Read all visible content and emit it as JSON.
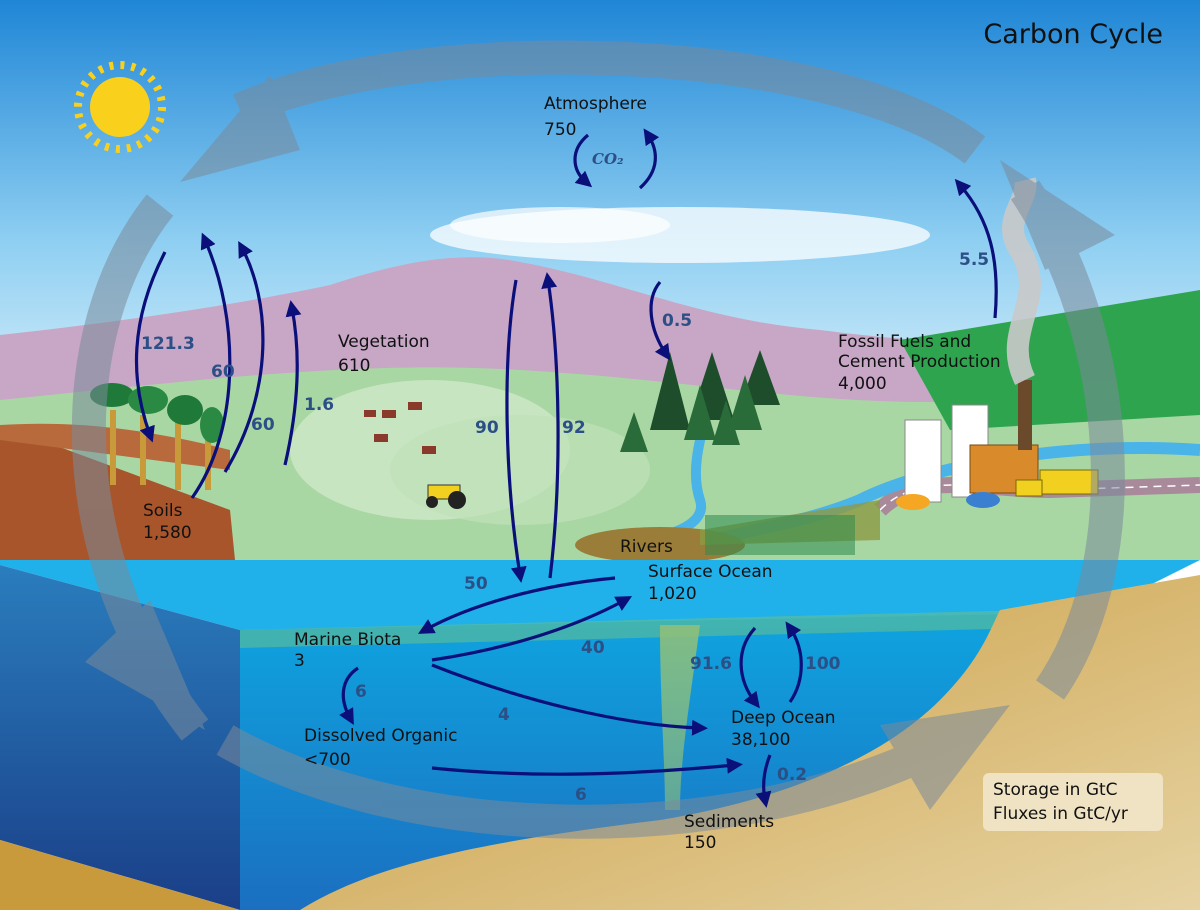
{
  "title": "Carbon Cycle",
  "reservoirs": {
    "atmosphere": {
      "name": "Atmosphere",
      "value": "750"
    },
    "vegetation": {
      "name": "Vegetation",
      "value": "610"
    },
    "soils": {
      "name": "Soils",
      "value": "1,580"
    },
    "fossil": {
      "name_line1": "Fossil Fuels and",
      "name_line2": "Cement Production",
      "value": "4,000"
    },
    "rivers": {
      "name": "Rivers"
    },
    "surface_ocean": {
      "name": "Surface Ocean",
      "value": "1,020"
    },
    "marine_biota": {
      "name": "Marine Biota",
      "value": "3"
    },
    "dissolved_organic": {
      "name": "Dissolved Organic",
      "value": "<700"
    },
    "deep_ocean": {
      "name": "Deep Ocean",
      "value": "38,100"
    },
    "sediments": {
      "name": "Sediments",
      "value": "150"
    }
  },
  "gas_label": "CO₂",
  "fluxes": {
    "soil_respiration": "121.3",
    "photosynthesis_return": "60",
    "plant_respiration": "60",
    "land_use": "1.6",
    "ocean_uptake": "90",
    "ocean_release": "92",
    "river_input": "0.5",
    "fossil_emissions": "5.5",
    "surface_to_biota": "50",
    "biota_to_surface": "40",
    "biota_to_dissolved": "6",
    "biota_to_deep": "4",
    "dissolved_to_deep": "6",
    "surface_to_deep": "91.6",
    "deep_to_surface": "100",
    "deep_to_sediments": "0.2"
  },
  "legend": {
    "line1": "Storage in GtC",
    "line2": "Fluxes in GtC/yr"
  }
}
